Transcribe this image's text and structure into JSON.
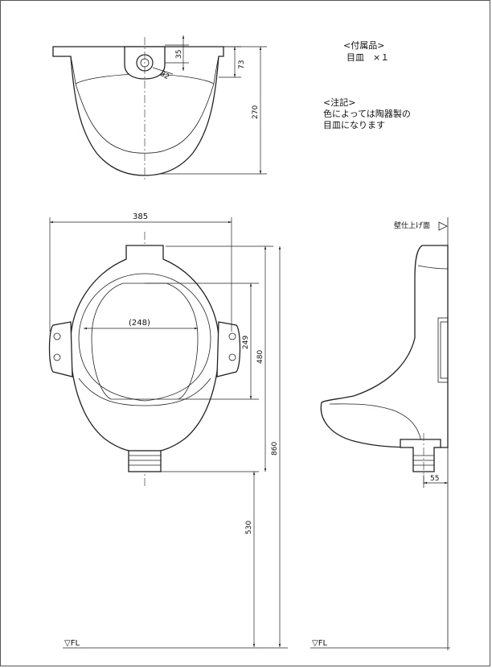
{
  "notes": {
    "accessory_title": "<付属品>",
    "accessory_item": "目皿　×１",
    "remark_title": "<注記>",
    "remark_line1": "色によっては陶器製の",
    "remark_line2": "目皿になります"
  },
  "labels": {
    "wall_finish": "壁仕上げ面",
    "floor_left": "▽FL",
    "floor_right": "▽FL"
  },
  "dimensions": {
    "top_35": "35",
    "top_73": "73",
    "top_270": "270",
    "top_r": "32",
    "width_385": "385",
    "inner_248": "(248)",
    "d_249": "249",
    "d_480": "480",
    "d_860": "860",
    "d_530": "530",
    "d_55": "55"
  }
}
